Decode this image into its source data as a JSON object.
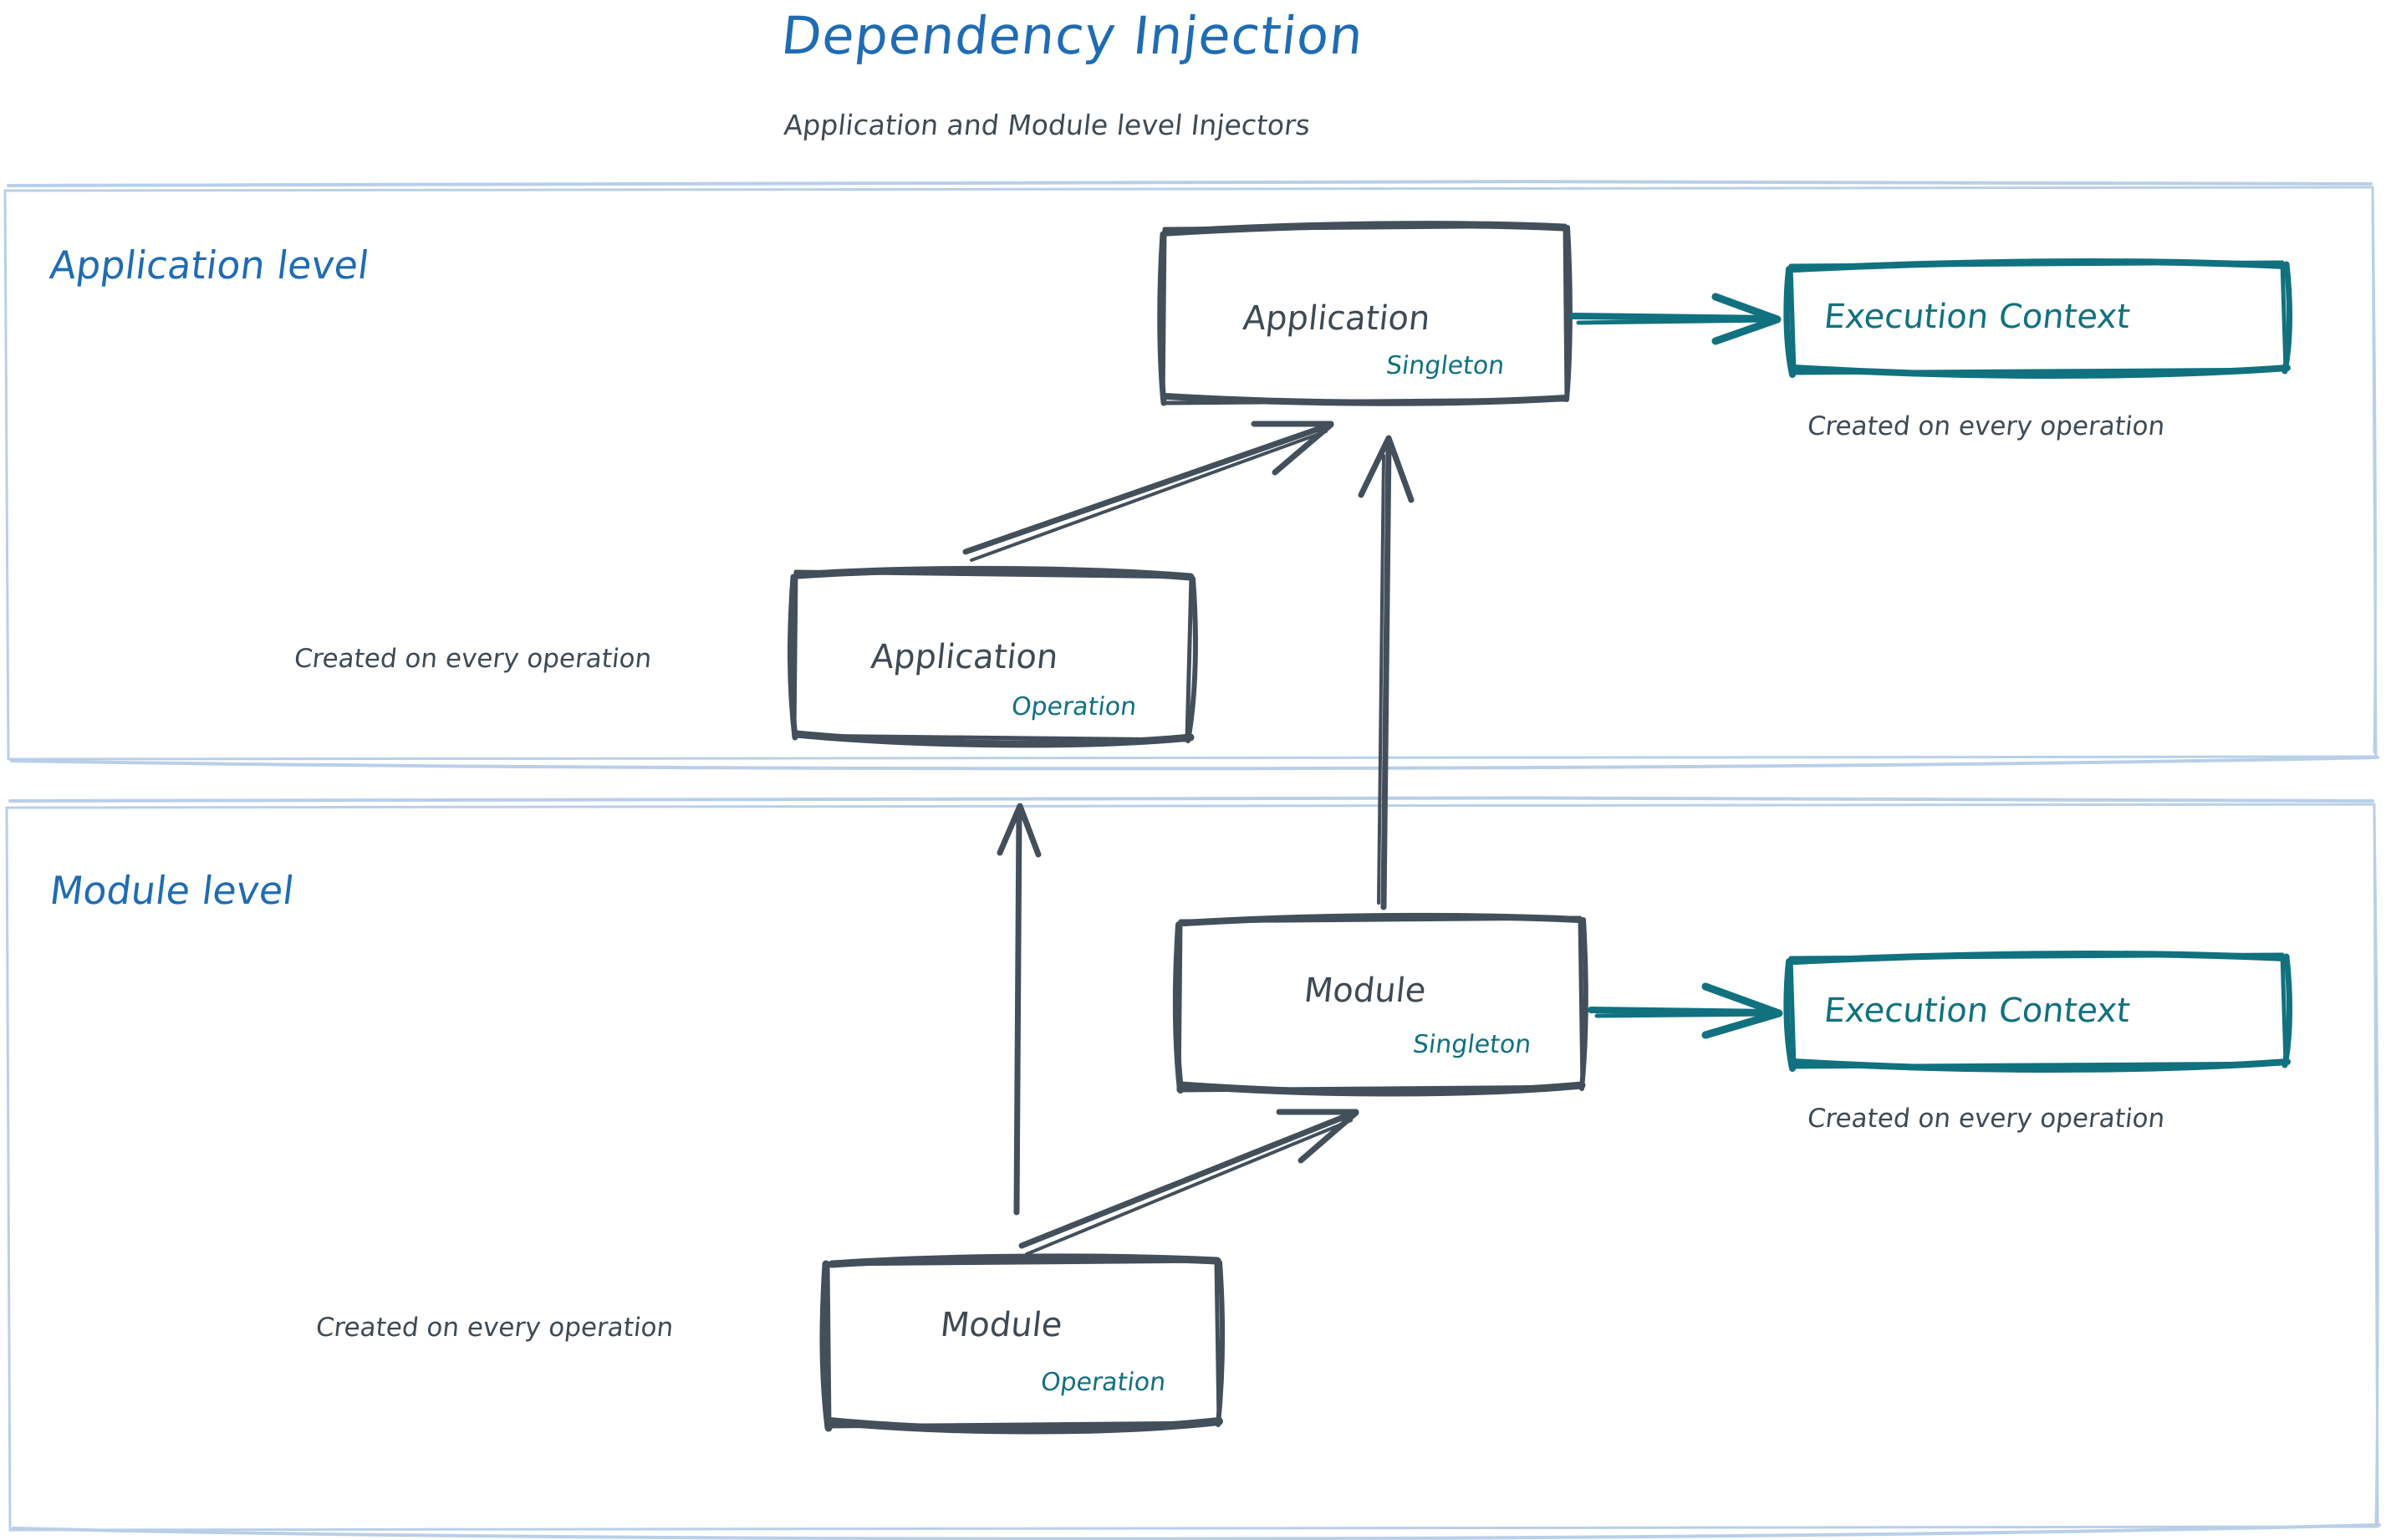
{
  "header": {
    "title": "Dependency Injection",
    "subtitle": "Application and Module level Injectors",
    "title_color": "#1f6cb4",
    "subtitle_color": "#3f4a54"
  },
  "colors": {
    "accent_blue": "#1f6cb4",
    "container_border": "#b9cfe8",
    "sketch_dark": "#434f5a",
    "teal": "#11717f",
    "background": "#ffffff"
  },
  "containers": [
    {
      "id": "application-level",
      "label": "Application level"
    },
    {
      "id": "module-level",
      "label": "Module level"
    }
  ],
  "application_level": {
    "label": "Application level",
    "singleton_box": {
      "title": "Application",
      "scope": "Singleton"
    },
    "operation_box": {
      "title": "Application",
      "scope": "Operation"
    },
    "execution_context": {
      "title": "Execution Context"
    },
    "context_caption": "Created on every operation",
    "operation_caption": "Created on every operation"
  },
  "module_level": {
    "label": "Module level",
    "singleton_box": {
      "title": "Module",
      "scope": "Singleton"
    },
    "operation_box": {
      "title": "Module",
      "scope": "Operation"
    },
    "execution_context": {
      "title": "Execution Context"
    },
    "context_caption": "Created on every operation",
    "operation_caption": "Created on every operation"
  },
  "arrows": [
    {
      "id": "app-singleton-to-exec-context",
      "color": "#11717f",
      "direction": "right"
    },
    {
      "id": "app-operation-to-app-singleton",
      "color": "#434f5a",
      "direction": "up-right"
    },
    {
      "id": "module-singleton-to-app-singleton",
      "color": "#434f5a",
      "direction": "up"
    },
    {
      "id": "module-operation-to-app-operation",
      "color": "#434f5a",
      "direction": "up"
    },
    {
      "id": "module-operation-to-module-singleton",
      "color": "#434f5a",
      "direction": "up-right"
    },
    {
      "id": "module-singleton-to-exec-context",
      "color": "#11717f",
      "direction": "right"
    }
  ]
}
